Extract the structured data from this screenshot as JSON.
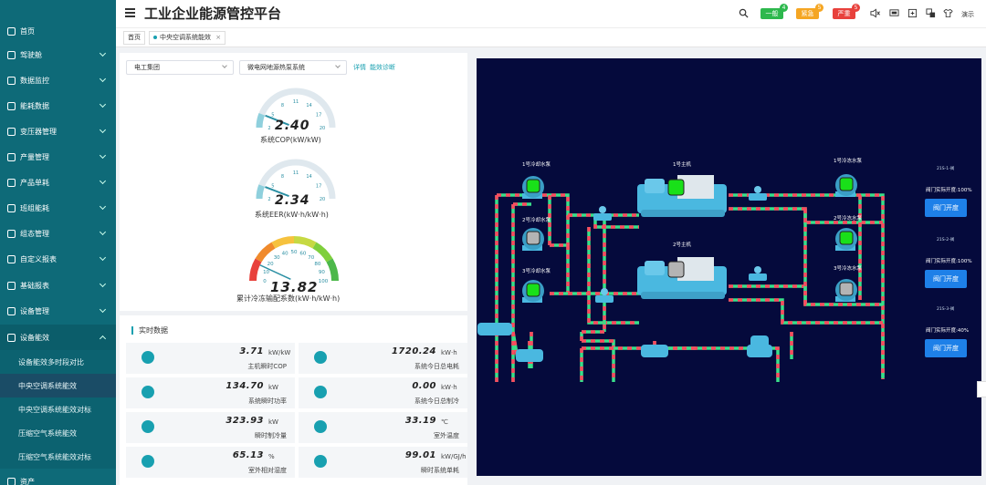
{
  "app": {
    "title": "工业企业能源管控平台"
  },
  "header": {
    "badges": [
      {
        "label": "一般",
        "count": "4",
        "color": "#2db84d"
      },
      {
        "label": "紧急",
        "count": "5",
        "color": "#f5a623"
      },
      {
        "label": "严重",
        "count": "5",
        "color": "#e8413c"
      }
    ],
    "demo_label": "演示"
  },
  "tabs": [
    {
      "label": "首页"
    },
    {
      "label": "中央空调系统能效",
      "close": "×"
    }
  ],
  "sidebar": {
    "top_partial": "首页",
    "items": [
      {
        "label": "驾驶舱"
      },
      {
        "label": "数据监控"
      },
      {
        "label": "能耗数据"
      },
      {
        "label": "变压器管理"
      },
      {
        "label": "产量管理"
      },
      {
        "label": "产品单耗"
      },
      {
        "label": "班组能耗"
      },
      {
        "label": "组态管理"
      },
      {
        "label": "自定义报表"
      },
      {
        "label": "基础报表"
      },
      {
        "label": "设备管理"
      },
      {
        "label": "设备能效"
      }
    ],
    "subitems": [
      {
        "label": "设备能效多时段对比"
      },
      {
        "label": "中央空调系统能效"
      },
      {
        "label": "中央空调系统能效对标"
      },
      {
        "label": "压缩空气系统能效"
      },
      {
        "label": "压缩空气系统能效对标"
      }
    ],
    "bottom_partial": "资产"
  },
  "filters": {
    "company": "电工集团",
    "system": "微电网地源热泵系统",
    "link_detail": "详情",
    "link_diagnosis": "能效诊断"
  },
  "gauges": [
    {
      "value": "2.40",
      "label": "系统COP(kW/kW)",
      "ticks": [
        "2",
        "5",
        "8",
        "11",
        "14",
        "17",
        "20"
      ],
      "level": 2.4,
      "max": 20
    },
    {
      "value": "2.34",
      "label": "系统EER(kW·h/kW·h)",
      "ticks": [
        "2",
        "5",
        "8",
        "11",
        "14",
        "17",
        "20"
      ],
      "level": 2.34,
      "max": 20
    },
    {
      "value": "13.82",
      "label": "累计冷冻输配系数(kW·h/kW·h)",
      "ticks": [
        "0",
        "10",
        "20",
        "30",
        "40",
        "50",
        "60",
        "70",
        "80",
        "90",
        "100"
      ],
      "level": 13.82,
      "max": 100
    }
  ],
  "realtime": {
    "title": "实时数据",
    "cards": [
      {
        "value": "3.71",
        "unit": "kW/kW",
        "name": "主机瞬时COP"
      },
      {
        "value": "1720.24",
        "unit": "kW·h",
        "name": "系统今日总电耗"
      },
      {
        "value": "134.70",
        "unit": "kW",
        "name": "系统瞬时功率"
      },
      {
        "value": "0.00",
        "unit": "kW·h",
        "name": "系统今日总制冷"
      },
      {
        "value": "323.93",
        "unit": "kW",
        "name": "瞬时制冷量"
      },
      {
        "value": "33.19",
        "unit": "℃",
        "name": "室外温度"
      },
      {
        "value": "65.13",
        "unit": "%",
        "name": "室外相对湿度"
      },
      {
        "value": "99.01",
        "unit": "kW/GJ/h",
        "name": "瞬时系统单耗"
      }
    ]
  },
  "system": {
    "pumps": [
      {
        "label": "1号冷却水泵",
        "state": "on"
      },
      {
        "label": "2号冷却水泵",
        "state": "off"
      },
      {
        "label": "3号冷却水泵",
        "state": "on"
      },
      {
        "label": "1号冷冻水泵",
        "state": "on"
      },
      {
        "label": "2号冷冻水泵",
        "state": "on"
      },
      {
        "label": "3号冷冻水泵",
        "state": "off"
      }
    ],
    "chillers": [
      {
        "label": "1号主机",
        "state": "on"
      },
      {
        "label": "2号主机",
        "state": "off"
      }
    ],
    "valves": [
      {
        "tag": "21S-1-阀",
        "text": "阀门实际开度:100%",
        "button": "阀门开度"
      },
      {
        "tag": "21S-2-阀",
        "text": "阀门实际开度:100%",
        "button": "阀门开度"
      },
      {
        "tag": "21S-3-阀",
        "text": "阀门实际开度:40%",
        "button": "阀门开度"
      }
    ],
    "colors": {
      "bg": "#050a3c",
      "pipe_green": "#3adf8a",
      "pipe_red": "#ff4a5e",
      "equipment": "#4ab8e0",
      "on": "#19e019",
      "off": "#b4b4b4"
    }
  }
}
